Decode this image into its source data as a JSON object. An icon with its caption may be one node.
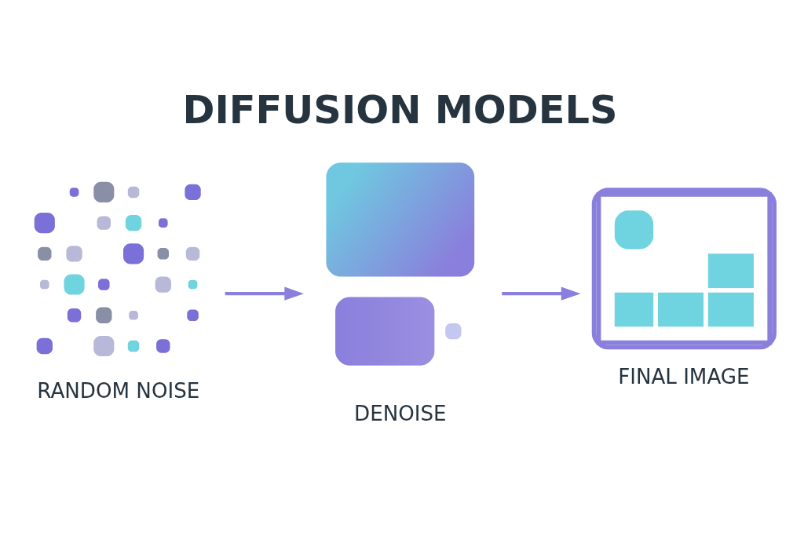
{
  "diagram": {
    "title": "DIFFUSION MODELS",
    "nodes": [
      {
        "text": [],
        "shape": "picture",
        "beside": [
          "RANDOM NOISE"
        ]
      },
      {
        "text": [],
        "shape": "picture",
        "beside": [
          "DENOISE"
        ]
      },
      {
        "text": [],
        "shape": "picture",
        "beside": [
          "FINAL IMAGE"
        ]
      }
    ],
    "edges": [
      {
        "from": 0,
        "to": 1,
        "arrow": "to"
      },
      {
        "from": 1,
        "to": 2,
        "arrow": "to"
      }
    ]
  }
}
